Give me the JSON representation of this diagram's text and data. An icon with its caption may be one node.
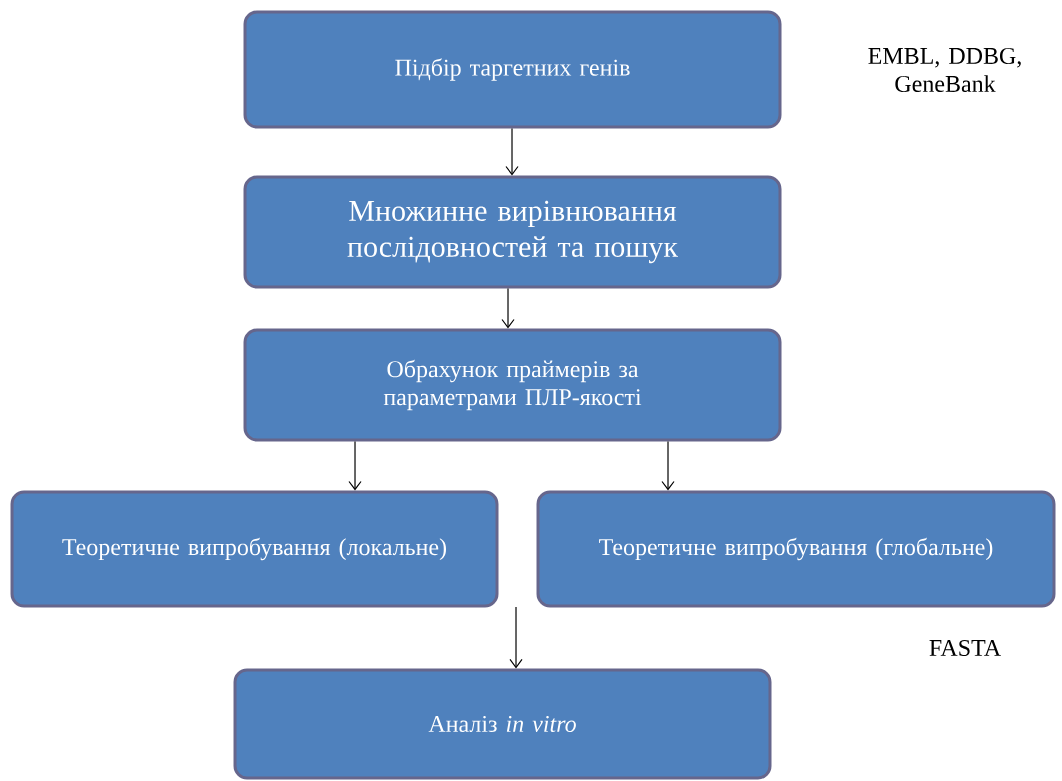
{
  "diagram": {
    "nodes": [
      {
        "text": [
          "Підбір таргетних генів"
        ],
        "beside": [
          "EMBL, DDBG, GeneBank"
        ]
      },
      {
        "text": [
          "Множинне вирівнювання послідовностей та пошук"
        ]
      },
      {
        "text": [
          "Обрахунок праймерів за параметрами ПЛР-якості"
        ]
      },
      {
        "text": [
          "Теоретичне випробування (локальне)"
        ]
      },
      {
        "text": [
          "Теоретичне випробування (глобальне)"
        ],
        "beside": [
          "FASTA"
        ]
      },
      {
        "text": [
          "Аналіз *in vitro*"
        ]
      }
    ],
    "edges": [
      {
        "from": 0,
        "to": 1,
        "arrow": "to"
      },
      {
        "from": 1,
        "to": 2,
        "arrow": "to"
      },
      {
        "from": 2,
        "to": 3,
        "arrow": "to"
      },
      {
        "from": 2,
        "to": 4,
        "arrow": "to"
      },
      {
        "from": null,
        "to": 5,
        "arrow": "to"
      }
    ]
  }
}
